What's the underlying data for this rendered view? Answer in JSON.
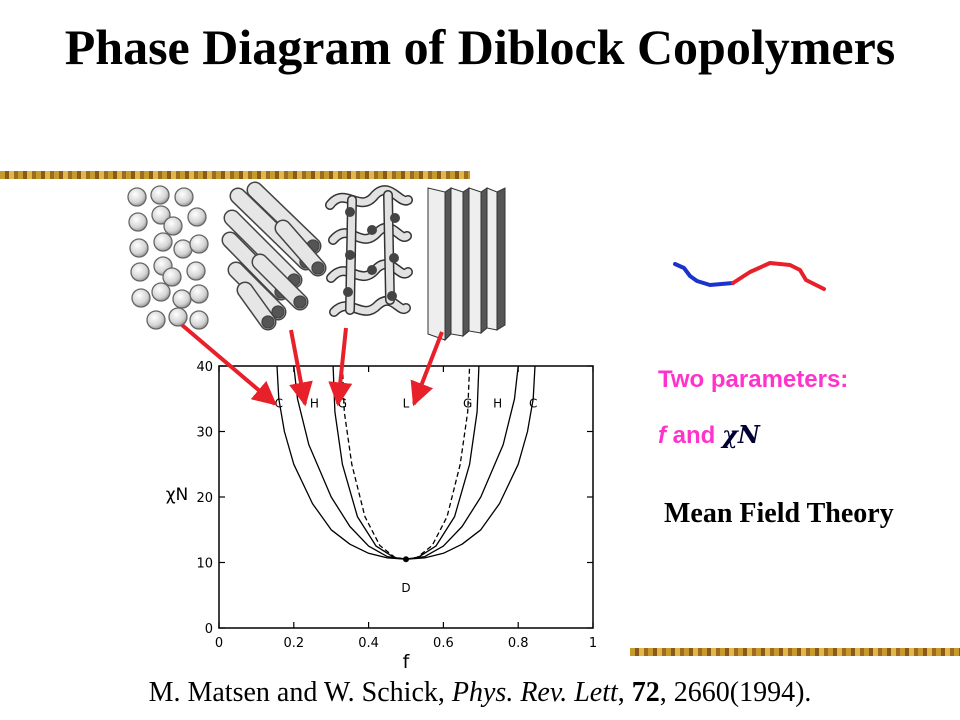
{
  "title": "Phase Diagram of Diblock Copolymers",
  "parameters": {
    "heading": "Two parameters:",
    "f_symbol": "f",
    "and_word": "and",
    "chi_symbol": "χ",
    "n_symbol": "N"
  },
  "theory": "Mean Field Theory",
  "citation": {
    "authors": "M. Matsen and W. Schick, ",
    "journal": "Phys. Rev. Lett",
    "sep1": ", ",
    "volume": "72",
    "rest": ", 2660(1994)."
  },
  "colors": {
    "arrow": "#e8202a",
    "block_a": "#1a33cc",
    "block_b": "#e8202a",
    "accent": "#ff33cc"
  },
  "icons": [
    "spheres-morphology-icon",
    "cylinders-morphology-icon",
    "gyroid-morphology-icon",
    "lamellae-morphology-icon",
    "diblock-chain-icon"
  ],
  "chart_data": {
    "type": "line",
    "xlabel": "f",
    "ylabel": "χN",
    "xlim": [
      0,
      1
    ],
    "ylim": [
      0,
      40
    ],
    "x_ticks": [
      "0",
      "0.2",
      "0.4",
      "0.6",
      "0.8",
      "1"
    ],
    "y_ticks": [
      "0",
      "10",
      "20",
      "30",
      "40"
    ],
    "critical_point": {
      "f": 0.5,
      "chiN": 10.5
    },
    "regions": [
      {
        "label": "C",
        "f": 0.16,
        "chiN": 33.7
      },
      {
        "label": "H",
        "f": 0.255,
        "chiN": 33.7
      },
      {
        "label": "G",
        "f": 0.33,
        "chiN": 33.7
      },
      {
        "label": "L",
        "f": 0.5,
        "chiN": 33.7
      },
      {
        "label": "G",
        "f": 0.665,
        "chiN": 33.7
      },
      {
        "label": "H",
        "f": 0.745,
        "chiN": 33.7
      },
      {
        "label": "C",
        "f": 0.84,
        "chiN": 33.7
      },
      {
        "label": "D",
        "f": 0.5,
        "chiN": 5.5
      }
    ],
    "series": [
      {
        "style": "solid",
        "x": [
          0.155,
          0.16,
          0.175,
          0.2,
          0.25,
          0.3,
          0.35,
          0.4,
          0.45,
          0.5
        ],
        "y": [
          40,
          35,
          30,
          25,
          19,
          15,
          12.8,
          11.4,
          10.7,
          10.5
        ]
      },
      {
        "style": "solid",
        "x": [
          0.5,
          0.55,
          0.6,
          0.65,
          0.7,
          0.75,
          0.8,
          0.825,
          0.84,
          0.845
        ],
        "y": [
          10.5,
          10.7,
          11.4,
          12.8,
          15,
          19,
          25,
          30,
          35,
          40
        ]
      },
      {
        "style": "solid",
        "x": [
          0.2,
          0.21,
          0.24,
          0.3,
          0.35,
          0.4,
          0.45,
          0.5
        ],
        "y": [
          40,
          35,
          28,
          20,
          15.5,
          12.5,
          10.9,
          10.5
        ]
      },
      {
        "style": "solid",
        "x": [
          0.5,
          0.55,
          0.6,
          0.65,
          0.7,
          0.76,
          0.79,
          0.8
        ],
        "y": [
          10.5,
          10.9,
          12.5,
          15.5,
          20,
          28,
          35,
          40
        ]
      },
      {
        "style": "solid",
        "x": [
          0.305,
          0.31,
          0.33,
          0.37,
          0.42,
          0.47,
          0.5
        ],
        "y": [
          40,
          33,
          25,
          17,
          12.5,
          10.7,
          10.5
        ]
      },
      {
        "style": "solid",
        "x": [
          0.5,
          0.53,
          0.58,
          0.63,
          0.67,
          0.69,
          0.695
        ],
        "y": [
          10.5,
          10.7,
          12.5,
          17,
          25,
          33,
          40
        ]
      },
      {
        "style": "dashed",
        "x": [
          0.33,
          0.335,
          0.355,
          0.39,
          0.43,
          0.47,
          0.5
        ],
        "y": [
          40,
          33,
          25,
          17,
          12.6,
          10.8,
          10.5
        ]
      },
      {
        "style": "dashed",
        "x": [
          0.5,
          0.53,
          0.57,
          0.61,
          0.645,
          0.665,
          0.67
        ],
        "y": [
          10.5,
          10.8,
          12.6,
          17,
          25,
          33,
          40
        ]
      }
    ]
  }
}
